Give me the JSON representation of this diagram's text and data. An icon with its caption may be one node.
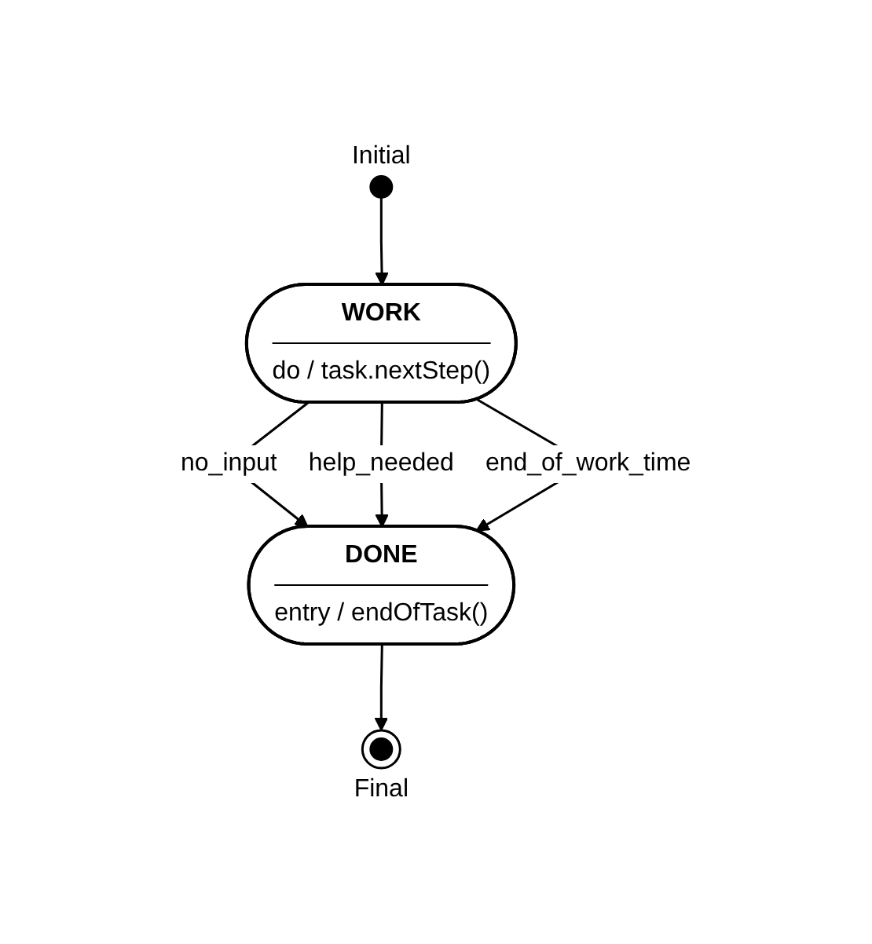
{
  "diagram": {
    "nodes": [
      {
        "text": [],
        "shape": "circle",
        "beside": [
          "Initial"
        ]
      },
      {
        "text": [
          "WORK",
          "do / task.nextStep()"
        ]
      },
      {
        "text": [
          "DONE",
          "entry / endOfTask()"
        ]
      },
      {
        "text": [],
        "shape": "bullseye",
        "beside": [
          "Final"
        ]
      }
    ],
    "edges": [
      {
        "from": 0,
        "to": 1,
        "arrow": "to"
      },
      {
        "from": 1,
        "to": 2,
        "arrow": "to",
        "label": "no_input"
      },
      {
        "from": 1,
        "to": 2,
        "arrow": "to",
        "label": "help_needed"
      },
      {
        "from": 1,
        "to": 2,
        "arrow": "to",
        "label": "end_of_work_time"
      },
      {
        "from": 2,
        "to": 3,
        "arrow": "to"
      }
    ]
  }
}
